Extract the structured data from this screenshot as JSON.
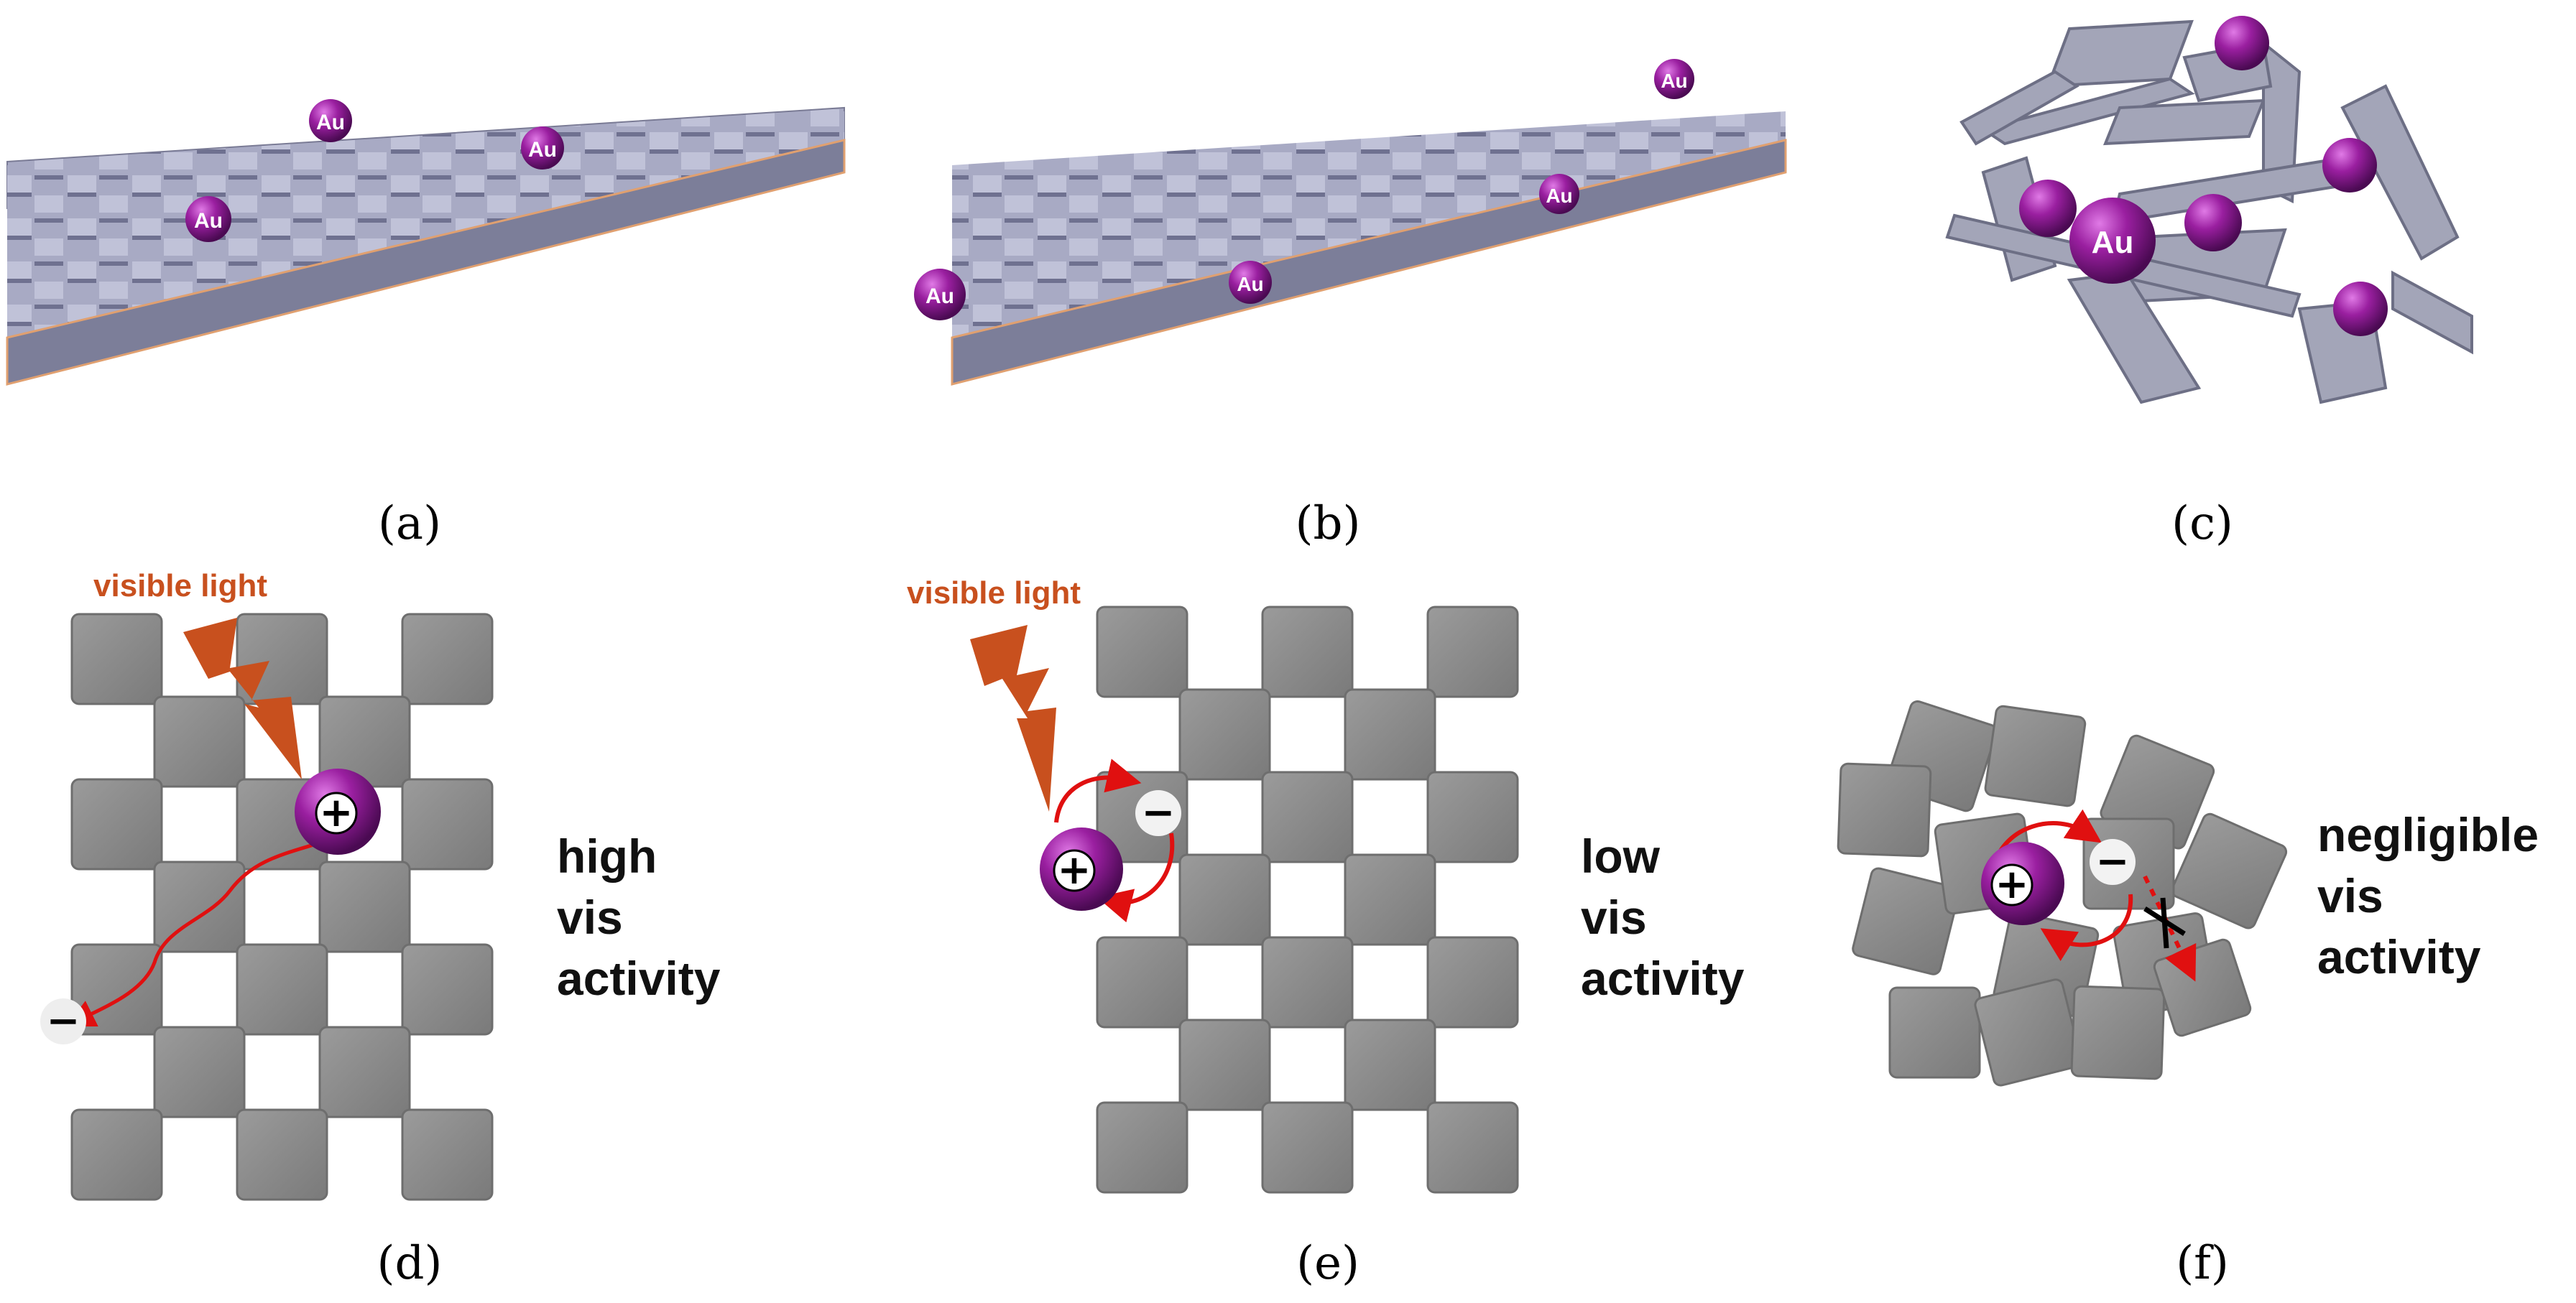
{
  "panel_labels": {
    "a": "(a)",
    "b": "(b)",
    "c": "(c)",
    "d": "(d)",
    "e": "(e)",
    "f": "(f)"
  },
  "au_label": "Au",
  "light_label": "visible light",
  "activity": {
    "d": [
      "high",
      "vis",
      "activity"
    ],
    "e": [
      "low",
      "vis",
      "activity"
    ],
    "f": [
      "negligible",
      "vis",
      "activity"
    ]
  },
  "signs": {
    "plus": "+",
    "minus": "−",
    "blocked": "✕"
  },
  "colors": {
    "tile": "#8c8c8c",
    "slab": "#9a9bb4",
    "gold": "#8a1a8f",
    "arrow": "#e01010",
    "light": "#c8501e"
  }
}
